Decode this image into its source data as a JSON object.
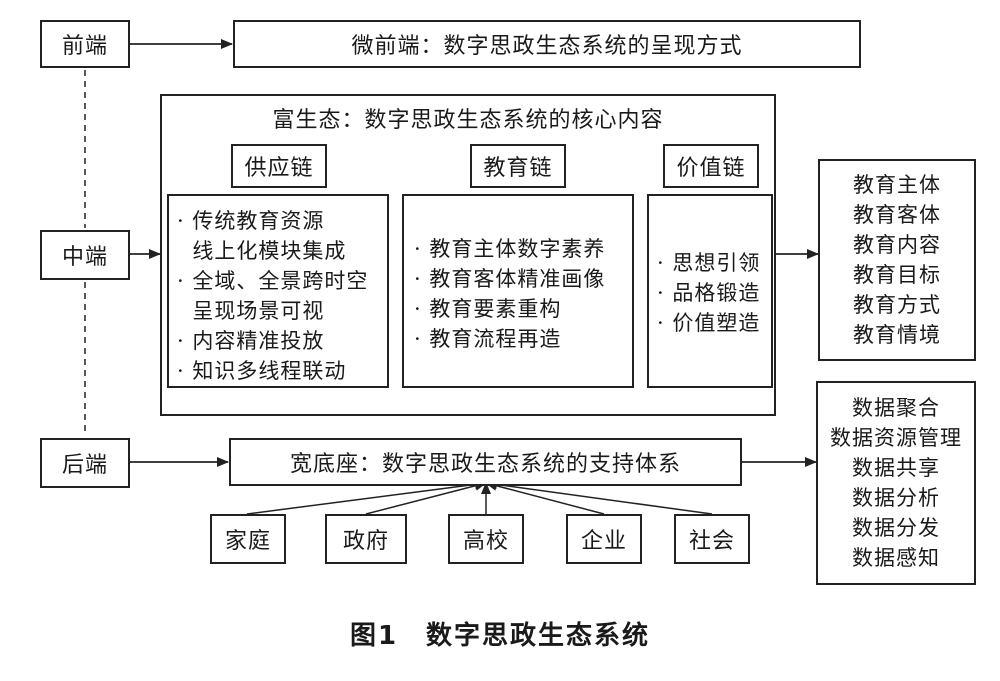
{
  "tiers": {
    "front": "前端",
    "middle": "中端",
    "back": "后端"
  },
  "front_box": "微前端：数字思政生态系统的呈现方式",
  "middle_box": {
    "title": "富生态：数字思政生态系统的核心内容",
    "chains": [
      {
        "label": "供应链",
        "items": [
          "· 传统教育资源",
          "  线上化模块集成",
          "· 全域、全景跨时空",
          "  呈现场景可视",
          "· 内容精准投放",
          "· 知识多线程联动"
        ]
      },
      {
        "label": "教育链",
        "items": [
          "· 教育主体数字素养",
          "· 教育客体精准画像",
          "· 教育要素重构",
          "· 教育流程再造"
        ]
      },
      {
        "label": "价值链",
        "items": [
          "· 思想引领",
          "· 品格锻造",
          "· 价值塑造"
        ]
      }
    ]
  },
  "middle_output": [
    "教育主体",
    "教育客体",
    "教育内容",
    "教育目标",
    "教育方式",
    "教育情境"
  ],
  "back_box": "宽底座：数字思政生态系统的支持体系",
  "back_output": [
    "数据聚合",
    "数据资源管理",
    "数据共享",
    "数据分析",
    "数据分发",
    "数据感知"
  ],
  "supporters": [
    "家庭",
    "政府",
    "高校",
    "企业",
    "社会"
  ],
  "caption": "图1　数字思政生态系统"
}
